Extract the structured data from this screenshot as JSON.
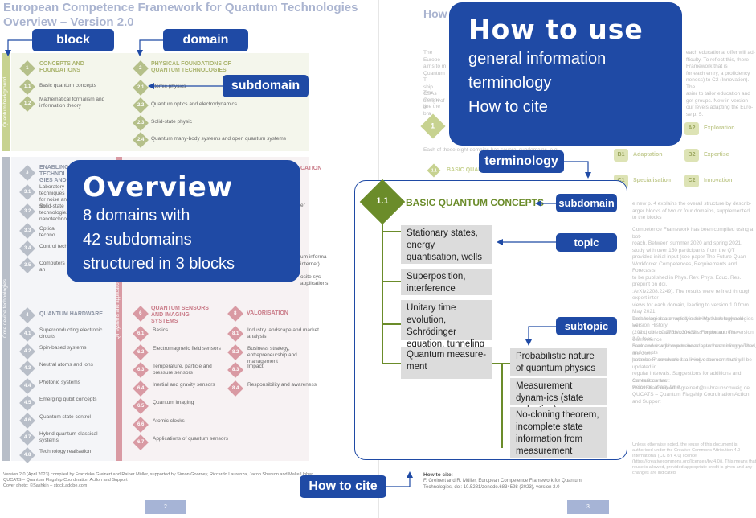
{
  "left_page": {
    "title": "European Competence Framework for Quantum Technologies",
    "subtitle": "Overview – Version 2.0",
    "callout_block": "block",
    "callout_domain": "domain",
    "callout_subdomain": "subdomain",
    "block_labels": [
      "Quantum background",
      "Core device technologies",
      "QT systems and applications"
    ],
    "domains": [
      {
        "num": "1",
        "title": "CONCEPTS AND FOUNDATIONS",
        "subs": [
          {
            "n": "1.1",
            "t": "Basic quantum concepts"
          },
          {
            "n": "1.2",
            "t": "Mathematical formalism and information theory"
          }
        ]
      },
      {
        "num": "2",
        "title": "PHYSICAL FOUNDATIONS OF QUANTUM TECHNOLOGIES",
        "subs": [
          {
            "n": "2.1",
            "t": "Atomic physics"
          },
          {
            "n": "2.2",
            "t": "Quantum optics and electrodynamics"
          },
          {
            "n": "2.3",
            "t": "Solid-state physic"
          },
          {
            "n": "2.4",
            "t": "Quantum many-body systems and open quantum systems"
          }
        ]
      },
      {
        "num": "3",
        "title": "ENABLING TECHNOLO-GIES AND",
        "subs": [
          {
            "n": "3.1",
            "t": "Laboratory techniques for noise and sh"
          },
          {
            "n": "3.2",
            "t": "Solid-state technologies, nanotechnolo"
          },
          {
            "n": "3.3",
            "t": "Optical techno"
          },
          {
            "n": "3.4",
            "t": "Control techn"
          },
          {
            "n": "3.5",
            "t": "Computers an"
          }
        ]
      },
      {
        "num": "4",
        "title": "QUANTUM HARDWARE",
        "subs": [
          {
            "n": "4.1",
            "t": "Superconducting electronic circuits"
          },
          {
            "n": "4.2",
            "t": "Spin-based systems"
          },
          {
            "n": "4.3",
            "t": "Neutral atoms and ions"
          },
          {
            "n": "4.4",
            "t": "Photonic systems"
          },
          {
            "n": "4.5",
            "t": "Emerging qubit concepts"
          },
          {
            "n": "4.6",
            "t": "Quantum state control"
          },
          {
            "n": "4.7",
            "t": "Hybrid quantum-classical systems"
          },
          {
            "n": "4.8",
            "t": "Technology realisation"
          }
        ]
      },
      {
        "num": "6",
        "title": "QUANTUM SENSORS AND IMAGING SYSTEMS",
        "subs": [
          {
            "n": "6.1",
            "t": "Basics"
          },
          {
            "n": "6.2",
            "t": "Electromagnetic field sensors"
          },
          {
            "n": "6.3",
            "t": "Temperature, particle and pressure sensors"
          },
          {
            "n": "6.4",
            "t": "Inertial and gravity sensors"
          },
          {
            "n": "6.5",
            "t": "Quantum imaging"
          },
          {
            "n": "6.6",
            "t": "Atomic clocks"
          },
          {
            "n": "6.7",
            "t": "Applications of quantum sensors"
          }
        ]
      },
      {
        "num": "8",
        "title": "VALORISATION",
        "subs": [
          {
            "n": "8.1",
            "t": "Industry landscape and market analysis"
          },
          {
            "n": "8.2",
            "t": "Business strategy, entrepreneurship and management"
          },
          {
            "n": "8.3",
            "t": "Impact"
          },
          {
            "n": "8.4",
            "t": "Responsibility and awareness"
          }
        ]
      }
    ],
    "frag_cation": "CATION",
    "frag_er": "er",
    "frag_informa": "um informa-",
    "frag_internet": "internet)",
    "frag_osite": "osite sys-",
    "frag_applications": "applications",
    "overview_heading": "Overview",
    "overview_lines": [
      "8 domains with",
      "42 subdomains",
      "structured in 3 blocks"
    ],
    "footer_lines": [
      "Version 2.0 (April 2023) compiled by Franziska Greinert and Rainer Müller, supported by Simon Goorney, Riccardo Laurenza, Jacob Sherson and Malte Ubben",
      "QUCATS – Quantum Flagship Coordination ActIon and Support",
      "Cover photo: ©Sashkin – stock.adobe.com"
    ],
    "page_num": "2"
  },
  "right_page": {
    "title_fragment": "How",
    "howto_heading": "How to use",
    "howto_lines": [
      "general information",
      "terminology",
      "How to cite"
    ],
    "callout_terminology": "terminology",
    "callout_subdomain": "subdomain",
    "callout_topic": "topic",
    "callout_subtopic": "subtopic",
    "callout_how_to_cite": "How to cite",
    "zoom_num": "1.1",
    "zoom_title": "BASIC QUANTUM CONCEPTS",
    "topics": [
      "Stationary states, energy quantisation, wells",
      "Superposition, interference",
      "Unitary time evolution, Schrödinger equation, tunneling",
      "Quantum measure-ment"
    ],
    "subtopics": [
      "Probabilistic nature of quantum physics",
      "Measurement dynam-ics (state reduction)",
      "No-cloning theorem, incomplete state information from measurement"
    ],
    "levels": [
      {
        "code": "A2",
        "label": "Exploration"
      },
      {
        "code": "B1",
        "label": "Adaptation"
      },
      {
        "code": "B2",
        "label": "Expertise"
      },
      {
        "code": "C1",
        "label": "Specialisation"
      },
      {
        "code": "C2",
        "label": "Innovation"
      }
    ],
    "bg_number_1": "1",
    "bg_small_num": "1.1",
    "bg_small_title": "BASIC QUANT",
    "paragraph_each": "Each of these eight domains has several subdomains, e.g.",
    "text_right_top": "each educational offer will ad-\nfficulty. To reflect this, there\nFramework that is\nfor each entry, a proficiency\nneness) to C2 (Innovation). The\nasier to tailor education and\nget groups. New in version\nour levels adapting the Euro-\nse p. 5.",
    "text_right_mid": "e new p. 4 explains the overall structure by describ-\narger blocks of two or four domains, supplemented\nto the blocks",
    "text_right_low": "Competence Framework has been compiled using a bot-\nroach. Between summer 2020 and spring 2021,\nstudy with over 150 participants from the QT\nprovided initial input (see paper The Future Quan-\nWorkforce: Competences, Requirements and Forecasts,\nto be published in Phys. Rev. Phys. Educ. Res., preprint on doi.\n:ArXiv2208.2249). The results were refined through expert inter-\nviews for each domain, leading to version 1.0 from May 2021.\nDetails are documented in the Methodology and Version History\n(2021, doi: 10.2759/130432). For the current version 2.0, feed-\nback and usage experiences have been incorporated, and events\nhave been conducted to involve the community.",
    "text_right_tech": "Technologies are rapidly evolving. New technologies will\n... and others will become less important. The Competence\nFramework will have to be adapted accordingly. Thus, the Com-\npetence Framework is a living document that will be updated in\nregular intervals. Suggestions for additions and corrections are\nwelcome at any time.",
    "contact": "Contact contact:\nFranziska Greinert, f.greinert@tu-braunschweig.de\nQUCATS – Quantum Flagship Coordination ActIon and Support",
    "cite_label": "How to cite:",
    "cite_text": "F. Greinert and R. Müller, European Competence Framework for Quantum Technologies, doi: 10.5281/zenodo.6834598 (2023), version 2.0",
    "license_text": "Unless otherwise noted, the reuse of this document is authorised under the Creative Commons Attribution 4.0 International (CC BY 4.0) licence (https://creativecommons.org/licenses/by/4.0/). This means that reuse is allowed, provided appropriate credit is given and any changes are indicated.",
    "page_num": "3"
  }
}
